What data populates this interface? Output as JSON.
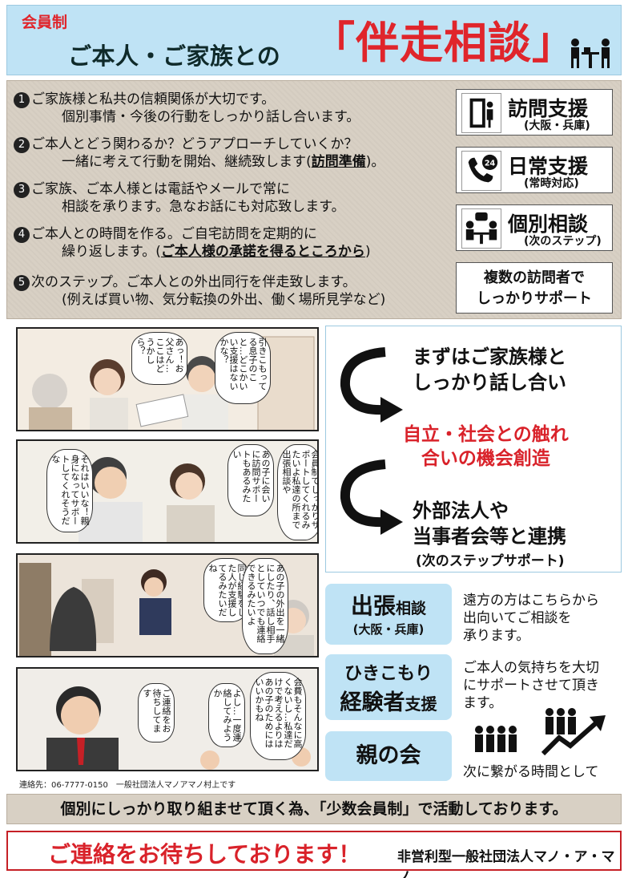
{
  "header": {
    "membership": "会員制",
    "title_prefix": "ご本人・ご家族との",
    "title_main": "「伴走相談」"
  },
  "points": [
    {
      "num": "1",
      "line1": "ご家族様と私共の信頼関係が大切です。",
      "line2": "個別事情・今後の行動をしっかり話し合います。"
    },
    {
      "num": "2",
      "line1": "ご本人とどう関わるか？どうアプローチしていくか？",
      "line2_pre": "一緒に考えて行動を開始、継続致します(",
      "line2_em": "訪問準備",
      "line2_post": ")。"
    },
    {
      "num": "3",
      "line1": "ご家族、ご本人様とは電話やメールで常に",
      "line2": "相談を承ります。急なお話にも対応致します。"
    },
    {
      "num": "4",
      "line1": "ご本人との時間を作る。ご自宅訪問を定期的に",
      "line2_pre": "繰り返します。(",
      "line2_em": "ご本人様の承諾を得るところから",
      "line2_post": ")"
    },
    {
      "num": "5",
      "line1": "次のステップ。ご本人との外出同行を伴走致します。",
      "line2": "(例えば買い物、気分転換の外出、働く場所見学など)"
    }
  ],
  "services": [
    {
      "title": "訪問支援",
      "sub": "(大阪・兵庫)",
      "icon": "door-visit-icon"
    },
    {
      "title": "日常支援",
      "sub": "(常時対応)",
      "icon": "phone-24-icon"
    },
    {
      "title": "個別相談",
      "sub": "(次のステップ)",
      "icon": "consultation-icon"
    }
  ],
  "services_multi": {
    "line1": "複数の訪問者で",
    "line2": "しっかりサポート"
  },
  "comics": [
    {
      "bubbles": [
        "あっ！お父さん…ここはどうかしら？",
        "引きこもってる息子のこと…どこかいい支援はないかな？"
      ]
    },
    {
      "bubbles": [
        "それはいいな！親身になってサポートしてくれそうだな",
        "あの子に会いに訪問サポートもあるみたい",
        "会員制でしっかりサポートしてくれるみたいよ私達の所まで出張相談や"
      ]
    },
    {
      "bubbles": [
        "同じ経験をした人が支援してるみたいだね",
        "あの子の外出を一緒にしたり、話し相手としていつでも連絡できるみたいよ"
      ]
    },
    {
      "bubbles": [
        "ご連絡をお待ちしてます",
        "よし…一度連絡してみようか",
        "会費もそんなに高くないし…私達だけで考えるよりはあの子のためにはいいかもね"
      ]
    }
  ],
  "credit": "連絡先：06-7777-0150　一般社団法人マノアマノ村上です",
  "flow": {
    "step1_l1": "まずはご家族様と",
    "step1_l2": "しっかり話し合い",
    "step2_l1": "自立・社会との触れ",
    "step2_l2": "合いの機会創造",
    "step3_l1": "外部法人や",
    "step3_l2": "当事者会等と連携",
    "step3_sub": "(次のステップサポート)"
  },
  "features": [
    {
      "title_a": "出張",
      "title_b": "相談",
      "sub": "(大阪・兵庫)",
      "desc": [
        "遠方の方はこちらから",
        "出向いてご相談を",
        "承ります。"
      ]
    },
    {
      "title_l1": "ひきこもり",
      "title_l2a": "経験者",
      "title_l2b": "支援",
      "desc": [
        "ご本人の気持ちを大切",
        "にサポートさせて頂き",
        "ます。"
      ]
    },
    {
      "title": "親の会",
      "desc": [
        "次に繋がる時間として"
      ]
    }
  ],
  "footer": {
    "band": "個別にしっかり取り組ませて頂く為、「少数会員制」で活動しております。",
    "contact": "ご連絡をお待ちしております！",
    "org": "非営利型一般社団法人マノ・ア・マノ"
  }
}
